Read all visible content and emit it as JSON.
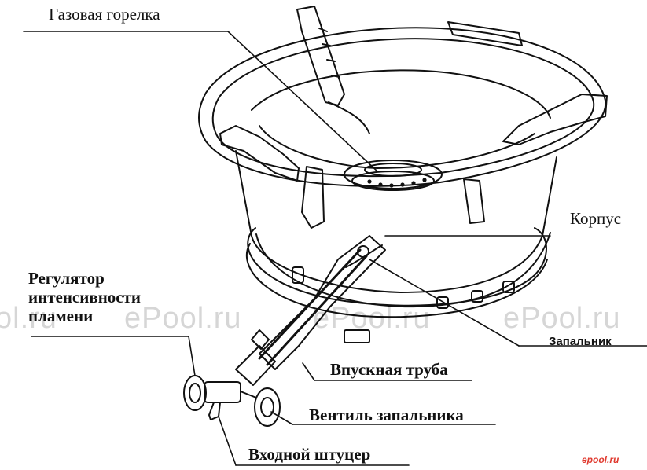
{
  "labels": {
    "burner": "Газовая горелка",
    "body": "Корпус",
    "regulator_line1": "Регулятор",
    "regulator_line2": "интенсивности",
    "regulator_line3": "пламени",
    "igniter": "Запальник",
    "inlet_tube": "Впускная труба",
    "igniter_valve": "Вентиль запальника",
    "inlet_fitting": "Входной штуцер"
  },
  "watermark": {
    "text1": "ol.ru",
    "text2": "ePool.ru",
    "text3": "ePool.ru",
    "text4": "ePool.ru"
  },
  "logo": {
    "text": "epool.ru"
  },
  "colors": {
    "line": "#111111",
    "watermark": "#bbbbbb",
    "logo": "#e03a2f"
  }
}
